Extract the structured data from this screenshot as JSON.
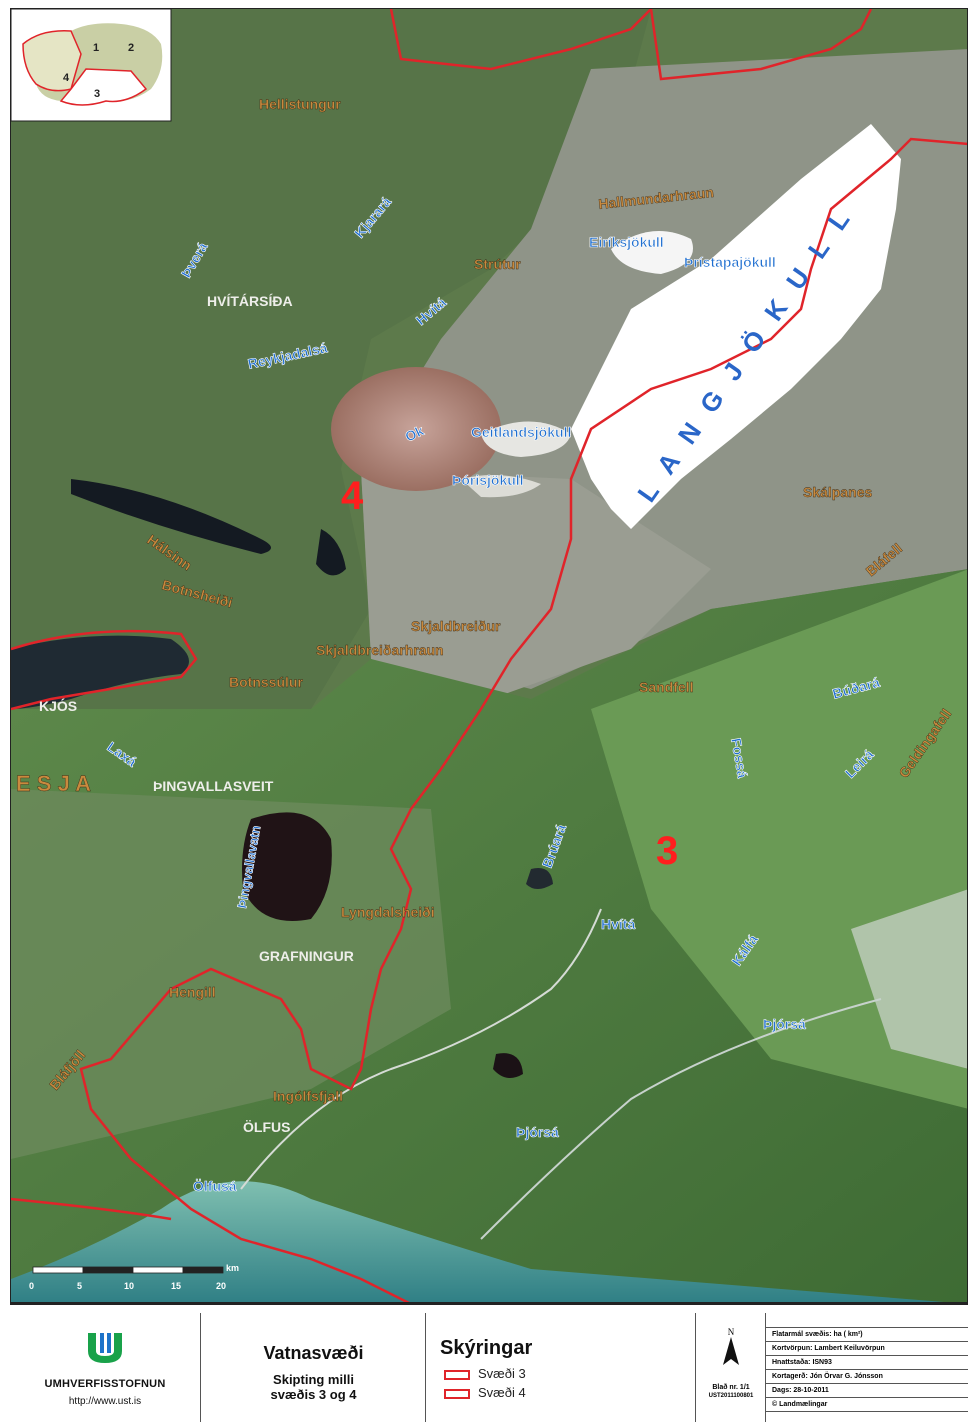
{
  "map": {
    "area_labels": {
      "zone4": "4",
      "zone3": "3"
    },
    "place_labels": [
      {
        "id": "hellistungur",
        "text": "Hellistungur",
        "kind": "place"
      },
      {
        "id": "hallmundarhraun",
        "text": "Hallmundarhraun",
        "kind": "place"
      },
      {
        "id": "strutur",
        "text": "Strútur",
        "kind": "place"
      },
      {
        "id": "hvitarsida",
        "text": "HVÍTÁRSÍÐA",
        "kind": "region"
      },
      {
        "id": "halsinn",
        "text": "Hálsinn",
        "kind": "place"
      },
      {
        "id": "botnsheidi",
        "text": "Botnsheiði",
        "kind": "place"
      },
      {
        "id": "skjaldbreidur",
        "text": "Skjaldbreiður",
        "kind": "place"
      },
      {
        "id": "skjaldbreidarhraun",
        "text": "Skjaldbreiðarhraun",
        "kind": "place"
      },
      {
        "id": "botnssulur",
        "text": "Botnssúlur",
        "kind": "place"
      },
      {
        "id": "kjos",
        "text": "KJÓS",
        "kind": "region"
      },
      {
        "id": "esja",
        "text": "E S J A",
        "kind": "place"
      },
      {
        "id": "thingvallasveit",
        "text": "ÞINGVALLASVEIT",
        "kind": "region"
      },
      {
        "id": "sandfell",
        "text": "Sandfell",
        "kind": "place"
      },
      {
        "id": "skalpanes",
        "text": "Skálpanes",
        "kind": "place"
      },
      {
        "id": "blafell",
        "text": "Bláfell",
        "kind": "place"
      },
      {
        "id": "lyngdalsheidi",
        "text": "Lyngdalsheiði",
        "kind": "place"
      },
      {
        "id": "grafningur",
        "text": "GRAFNINGUR",
        "kind": "region"
      },
      {
        "id": "hengill",
        "text": "Hengill",
        "kind": "place"
      },
      {
        "id": "blafjoll",
        "text": "Bláfjöll",
        "kind": "place"
      },
      {
        "id": "ingolfsfjall",
        "text": "Ingólfsfjall",
        "kind": "place"
      },
      {
        "id": "olfus",
        "text": "ÖLFUS",
        "kind": "region"
      },
      {
        "id": "geldingafell",
        "text": "Geldingafell",
        "kind": "place"
      }
    ],
    "water_labels": [
      {
        "id": "thvera",
        "text": "Þverá"
      },
      {
        "id": "kjarara",
        "text": "Kjarará"
      },
      {
        "id": "eiriksjokull",
        "text": "Eiríksjökull"
      },
      {
        "id": "thristapajokull",
        "text": "Þrístapajökull"
      },
      {
        "id": "hvita1",
        "text": "Hvítá"
      },
      {
        "id": "reykjadalsa",
        "text": "Reykjadalsá"
      },
      {
        "id": "ok",
        "text": "Ok"
      },
      {
        "id": "geitlandsjokull",
        "text": "Geitlandsjökull"
      },
      {
        "id": "thorisjokull",
        "text": "Þórisjökull"
      },
      {
        "id": "laxa",
        "text": "Laxá"
      },
      {
        "id": "buðara",
        "text": "Búðará"
      },
      {
        "id": "leira",
        "text": "Leirá"
      },
      {
        "id": "fossa",
        "text": "Fossá"
      },
      {
        "id": "bruara",
        "text": "Brúará"
      },
      {
        "id": "thingvallavatn",
        "text": "Þingvallavatn"
      },
      {
        "id": "hvita2",
        "text": "Hvítá"
      },
      {
        "id": "kalfa",
        "text": "Kálfá"
      },
      {
        "id": "thjorsa1",
        "text": "Þjórsá"
      },
      {
        "id": "thjorsa2",
        "text": "Þjórsá"
      },
      {
        "id": "olfusa",
        "text": "Ölfusá"
      }
    ],
    "glacier_label": "L A N G J Ö K U L L",
    "inset_labels": [
      "1",
      "2",
      "3",
      "4"
    ],
    "scale_ticks": [
      "0",
      "5",
      "10",
      "15",
      "20"
    ],
    "scale_unit": "km",
    "colors": {
      "boundary": "#e0242a",
      "place_text": "#c98a3e",
      "water_text": "#1f6fd0",
      "zone_number": "#ff1e1e",
      "glacier": "#ffffff"
    }
  },
  "footer": {
    "logo_name": "UMHVERFISSTOFNUN",
    "logo_url": "http://www.ust.is",
    "title": "Vatnasvæði",
    "subtitle_line1": "Skipting milli",
    "subtitle_line2": "svæðis 3 og 4",
    "legend_title": "Skýringar",
    "legend_items": [
      "Svæði 3",
      "Svæði 4"
    ],
    "north_letter": "N",
    "sheet_label": "Blað nr. 1/1",
    "sheet_code": "UST2011100801",
    "info_rows": [
      "Flatarmál svæðis:  ha ( km²)",
      "Kortvörpun: Lambert Keiluvörpun",
      "Hnattstaða: ISN93",
      "Kortagerð: Jón Örvar G. Jónsson",
      "Dags: 28-10-2011",
      "© Landmælingar"
    ]
  }
}
